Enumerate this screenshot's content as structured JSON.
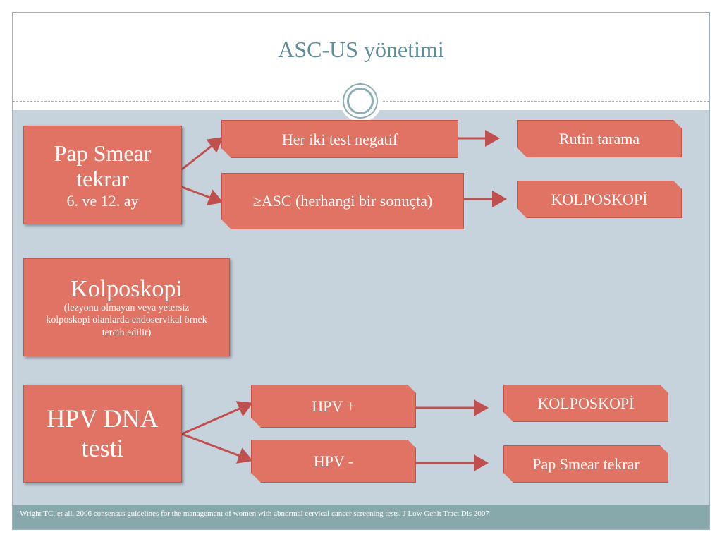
{
  "slide": {
    "title": "ASC-US yönetimi",
    "footer": "Wright TC, et all. 2006 consensus guidelines for the management of women with abnormal cervical cancer screening tests. J Low Genit Tract Dis 2007"
  },
  "colors": {
    "box_fill": "#e07363",
    "arrow": "#c0504d",
    "content_bg": "#c6d3dc",
    "footer_bg": "#88a9ab",
    "title": "#5f8c96"
  },
  "flow1": {
    "source": {
      "line1": "Pap Smear",
      "line2": "tekrar",
      "line3": "6. ve 12. ay"
    },
    "branch_a": "Her iki test negatif",
    "branch_b": "≥ASC (herhangi bir sonuçta)",
    "result_a": "Rutin tarama",
    "result_b": "KOLPOSKOPİ"
  },
  "flow2": {
    "source": {
      "title": "Kolposkopi",
      "note": "(lezyonu olmayan veya yetersiz kolposkopi olanlarda endoservikal örnek tercih edilir)"
    }
  },
  "flow3": {
    "source": "HPV DNA testi",
    "branch_a": "HPV +",
    "branch_b": "HPV -",
    "result_a": "KOLPOSKOPİ",
    "result_b": "Pap Smear tekrar"
  }
}
